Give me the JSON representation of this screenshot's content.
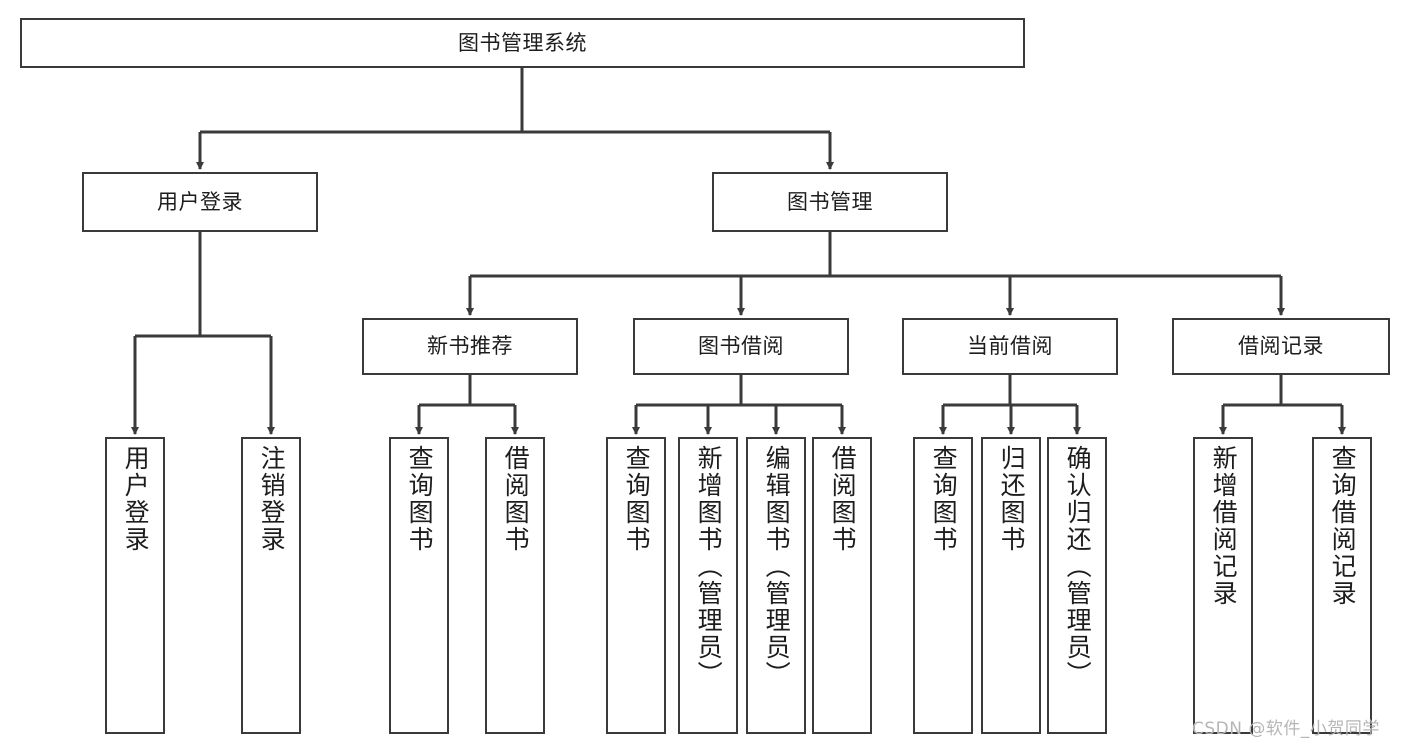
{
  "diagram": {
    "type": "tree-hierarchy-chart",
    "title": "图书管理系统",
    "colors": {
      "box_stroke": "#3a3a3a",
      "edge_stroke": "#3a3a3a",
      "background": "#ffffff",
      "text": "#1d1d1d",
      "watermark": "#b6b6b6"
    },
    "nodes": {
      "root": {
        "label": "图书管理系统"
      },
      "level1": [
        {
          "id": "user-login",
          "label": "用户登录"
        },
        {
          "id": "book-management",
          "label": "图书管理"
        }
      ],
      "level2": [
        {
          "id": "new-book-recommend",
          "label": "新书推荐"
        },
        {
          "id": "book-borrow",
          "label": "图书借阅"
        },
        {
          "id": "current-borrow",
          "label": "当前借阅"
        },
        {
          "id": "borrow-record",
          "label": "借阅记录"
        }
      ],
      "leaves": {
        "user-login": [
          {
            "id": "leaf-user-login",
            "label": "用户登录"
          },
          {
            "id": "leaf-logout-login",
            "label": "注销登录"
          }
        ],
        "new-book-recommend": [
          {
            "id": "leaf-query-book-1",
            "label": "查询图书"
          },
          {
            "id": "leaf-borrow-book-1",
            "label": "借阅图书"
          }
        ],
        "book-borrow": [
          {
            "id": "leaf-query-book-2",
            "label": "查询图书"
          },
          {
            "id": "leaf-add-book",
            "label": "新增图书（管理员）"
          },
          {
            "id": "leaf-edit-book",
            "label": "编辑图书（管理员）"
          },
          {
            "id": "leaf-borrow-book-2",
            "label": "借阅图书"
          }
        ],
        "current-borrow": [
          {
            "id": "leaf-query-book-3",
            "label": "查询图书"
          },
          {
            "id": "leaf-return-book",
            "label": "归还图书"
          },
          {
            "id": "leaf-confirm-return",
            "label": "确认归还（管理员）"
          }
        ],
        "borrow-record": [
          {
            "id": "leaf-add-record",
            "label": "新增借阅记录"
          },
          {
            "id": "leaf-query-record",
            "label": "查询借阅记录"
          }
        ]
      }
    },
    "watermark": "CSDN @软件_小贺同学"
  }
}
